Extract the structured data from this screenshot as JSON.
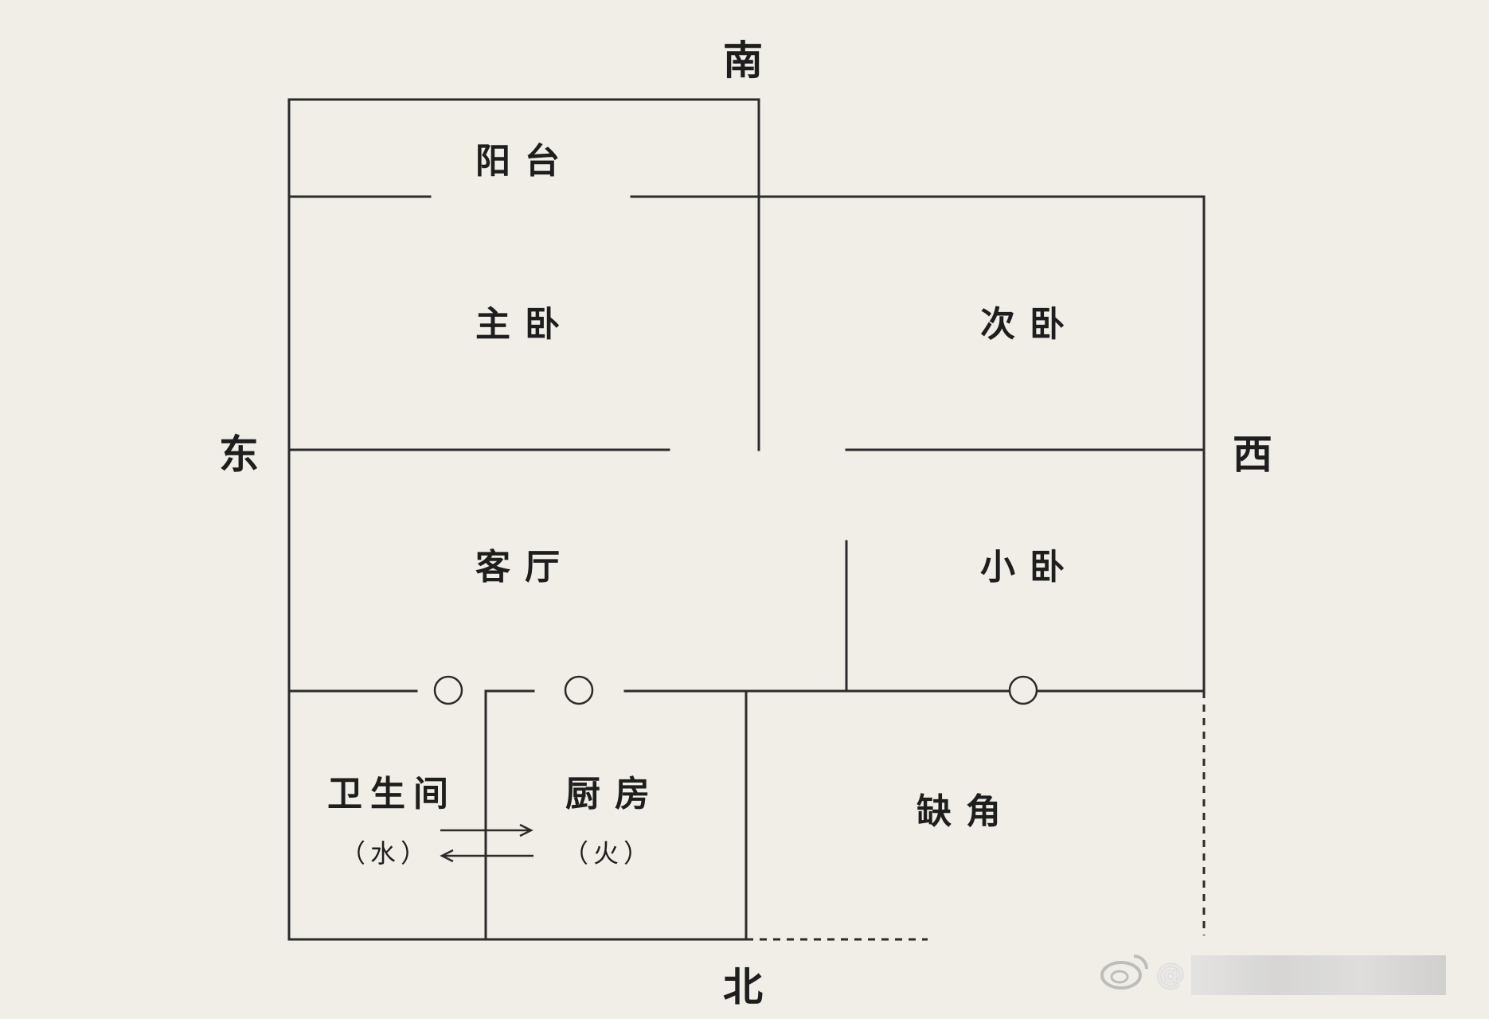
{
  "directions": {
    "south": "南",
    "north": "北",
    "east": "东",
    "west": "西"
  },
  "rooms": {
    "balcony": "阳台",
    "master_bedroom": "主卧",
    "second_bedroom": "次卧",
    "living_room": "客厅",
    "small_bedroom": "小卧",
    "bathroom": "卫生间",
    "bathroom_element": "（水）",
    "kitchen": "厨房",
    "kitchen_element": "（火）",
    "missing_corner": "缺角"
  },
  "watermark": {
    "prefix": "@",
    "icon": "weibo-icon"
  }
}
